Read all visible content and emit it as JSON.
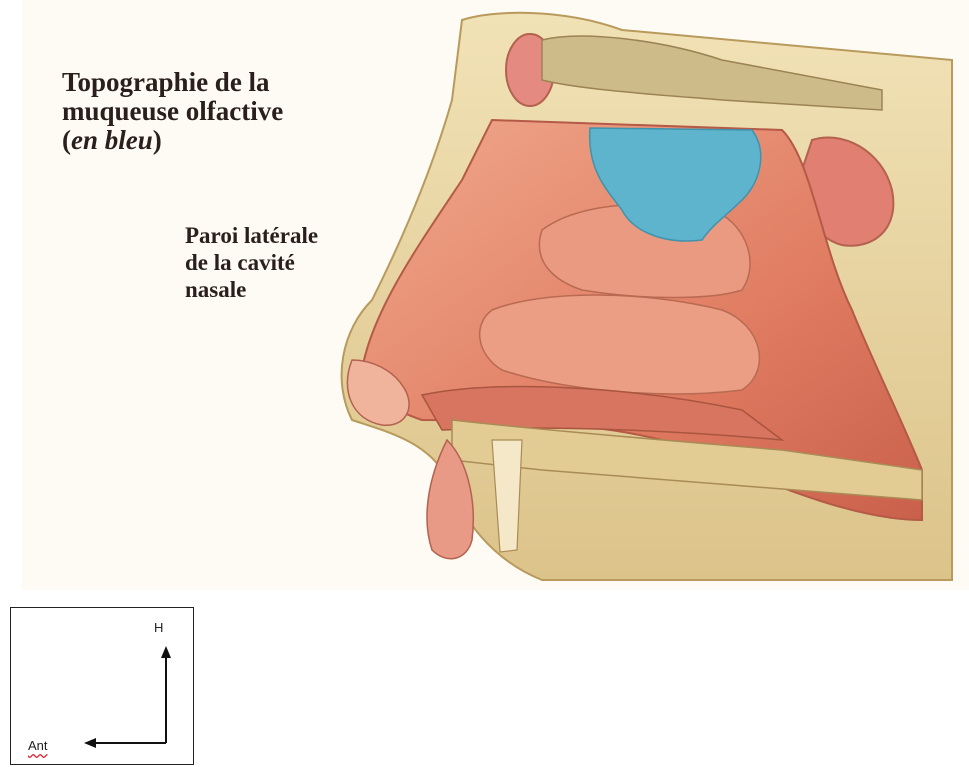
{
  "figure": {
    "title_lines": [
      "Topographie de la",
      "muqueuse olfactive"
    ],
    "title_paren_open": "(",
    "title_paren_italic": "en bleu",
    "title_paren_close": ")",
    "sublabel_lines": [
      "Paroi latérale",
      "de la cavité",
      "nasale"
    ],
    "highlight_color": "#5eb4cc",
    "mucosa_color": "#e58a70",
    "bone_color": "#e9d6a4"
  },
  "orientation": {
    "up_label": "H",
    "left_label": "Ant"
  }
}
